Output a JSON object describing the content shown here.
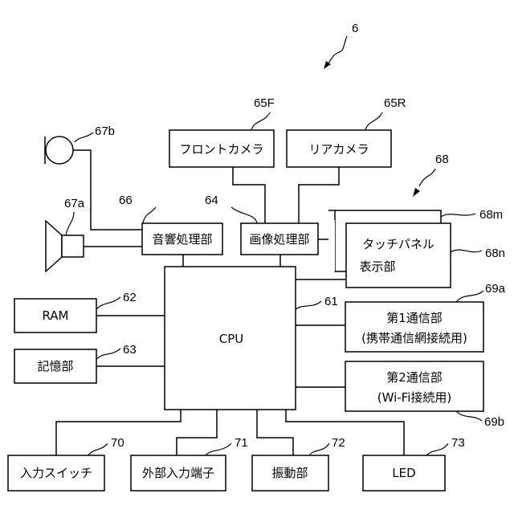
{
  "figure_ref": "6",
  "blocks": {
    "cpu": {
      "label": "CPU",
      "ref": "61"
    },
    "ram": {
      "label": "RAM",
      "ref": "62"
    },
    "storage": {
      "label": "記憶部",
      "ref": "63"
    },
    "image_processing": {
      "label": "画像処理部",
      "ref": "64"
    },
    "front_camera": {
      "label": "フロントカメラ",
      "ref": "65F"
    },
    "rear_camera": {
      "label": "リアカメラ",
      "ref": "65R"
    },
    "audio_processing": {
      "label": "音響処理部",
      "ref": "66"
    },
    "speaker": {
      "ref": "67a"
    },
    "microphone": {
      "ref": "67b"
    },
    "touch_panel_display": {
      "line1": "タッチパネル",
      "line2": "表示部",
      "ref": "68",
      "ref_m": "68m",
      "ref_n": "68n"
    },
    "comm1": {
      "line1": "第1通信部",
      "line2": "(携帯通信網接続用)",
      "ref": "69a"
    },
    "comm2": {
      "line1": "第2通信部",
      "line2": "(Wi-Fi接続用)",
      "ref": "69b"
    },
    "input_switch": {
      "label": "入力スイッチ",
      "ref": "70"
    },
    "external_input": {
      "label": "外部入力端子",
      "ref": "71"
    },
    "vibration": {
      "label": "振動部",
      "ref": "72"
    },
    "led": {
      "label": "LED",
      "ref": "73"
    }
  }
}
